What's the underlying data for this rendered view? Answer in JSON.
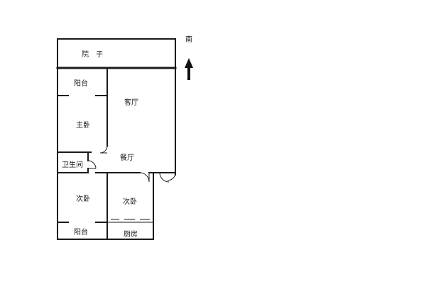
{
  "rooms": {
    "courtyard": "院　子",
    "balcony_top": "阳台",
    "master_bedroom": "主卧",
    "living_room": "客厅",
    "dining_room": "餐厅",
    "bathroom": "卫生间",
    "second_bedroom_left": "次卧",
    "second_bedroom_right": "次卧",
    "balcony_bottom": "阳台",
    "kitchen": "厨房"
  },
  "compass": {
    "label": "南"
  }
}
